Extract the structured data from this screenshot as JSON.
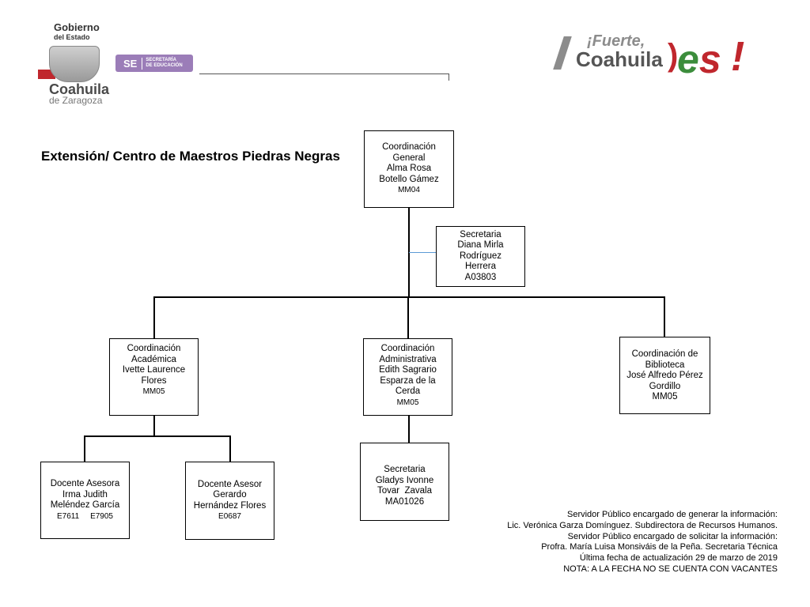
{
  "header": {
    "gobierno_line1": "Gobierno",
    "gobierno_line2": "del Estado",
    "state_name": "Coahuila",
    "state_suffix": "de Zaragoza",
    "se_short": "SE",
    "se_line1": "SECRETARÍA",
    "se_line2": "DE EDUCACIÓN",
    "slogan_top": "¡Fuerte,",
    "slogan_main": "Coahuila",
    "slogan_es_e": "e",
    "slogan_es_s": "s",
    "slogan_excl": "!"
  },
  "title": "Extensión/ Centro de Maestros Piedras Negras",
  "org": {
    "general": {
      "lines": [
        "Coordinación",
        "General",
        "Alma Rosa",
        "Botello Gámez"
      ],
      "code": "MM04"
    },
    "secretaria_top": {
      "lines": [
        "Secretaria",
        "Diana Mirla",
        "Rodríguez",
        "Herrera",
        "A03803"
      ]
    },
    "academica": {
      "lines": [
        "Coordinación",
        "Académica",
        "Ivette Laurence",
        "Flores"
      ],
      "code": "MM05"
    },
    "administrativa": {
      "lines": [
        "Coordinación",
        "Administrativa",
        "Edith Sagrario",
        "Esparza de la",
        "Cerda"
      ],
      "code": "MM05"
    },
    "biblioteca": {
      "lines": [
        "Coordinación de",
        "Biblioteca",
        "José Alfredo Pérez",
        "Gordillo",
        "MM05"
      ]
    },
    "docente_asesora": {
      "lines": [
        "Docente Asesora",
        "Irma Judith",
        "Meléndez García"
      ],
      "code": "E7611     E7905"
    },
    "docente_asesor": {
      "lines": [
        "Docente Asesor",
        "Gerardo",
        "Hernández Flores"
      ],
      "code": "E0687"
    },
    "secretaria_admin": {
      "lines": [
        "Secretaria",
        "Gladys Ivonne",
        "Tovar  Zavala",
        "MA01026"
      ]
    }
  },
  "footer": [
    "Servidor Público encargado de generar la información:",
    "Lic. Verónica Garza Domínguez. Subdirectora de Recursos Humanos.",
    "Servidor Público encargado de solicitar la información:",
    "Profra. María Luisa Monsiváis de la Peña. Secretaria Técnica",
    "Última fecha de actualización 29 de marzo de 2019",
    "NOTA: A LA FECHA NO SE CUENTA CON VACANTES"
  ],
  "colors": {
    "connector_secretaria": "#5b9bd5"
  }
}
